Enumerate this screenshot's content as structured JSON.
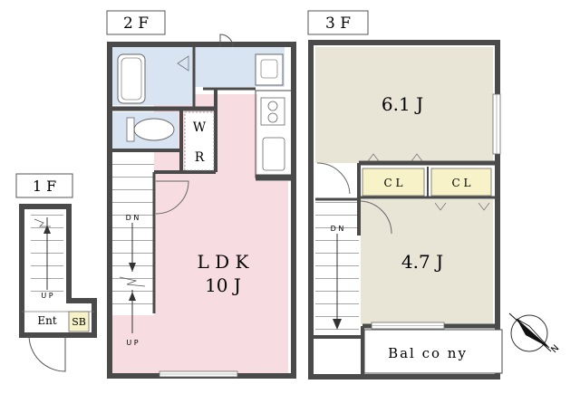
{
  "floors": {
    "f1": {
      "label": "1 F",
      "entrance": "Ent",
      "shoe_box": "SB",
      "stairs_up": "U P"
    },
    "f2": {
      "label": "2 F",
      "ldk_name": "L D K",
      "ldk_size": "10 J",
      "washroom_w": "W",
      "washroom_r": "R",
      "stairs_down": "D N",
      "stairs_up": "U P"
    },
    "f3": {
      "label": "3 F",
      "room1_size": "6.1 J",
      "room2_size": "4.7 J",
      "closet1": "C L",
      "closet2": "C L",
      "stairs_down": "D N",
      "balcony": "Bal co ny"
    }
  },
  "compass": {
    "label": "N"
  },
  "colors": {
    "wall": "#4a4a4a",
    "ldk": "#f7dce2",
    "wet_area": "#d9e4f2",
    "bedroom": "#e8e5d6",
    "closet": "#f7f2c8",
    "floor_white": "#ffffff"
  }
}
